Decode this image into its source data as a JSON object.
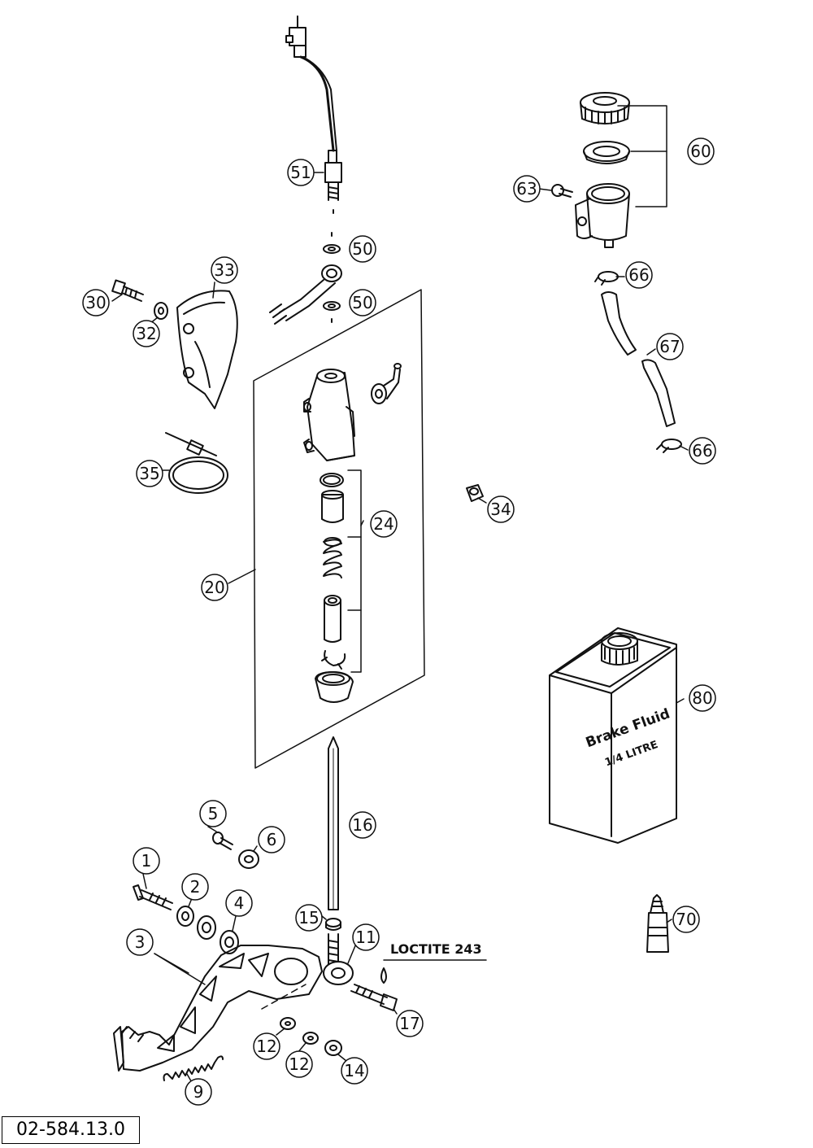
{
  "document_number": "02-584.13.0",
  "note": "LOCTITE 243",
  "brake_fluid": {
    "line1": "Brake Fluid",
    "line2": "1/4 LITRE"
  },
  "callouts": [
    "1",
    "2",
    "3",
    "4",
    "5",
    "6",
    "9",
    "11",
    "12",
    "12",
    "14",
    "15",
    "16",
    "17",
    "20",
    "24",
    "30",
    "32",
    "33",
    "34",
    "35",
    "50",
    "50",
    "51",
    "60",
    "63",
    "66",
    "66",
    "67",
    "70",
    "80"
  ]
}
